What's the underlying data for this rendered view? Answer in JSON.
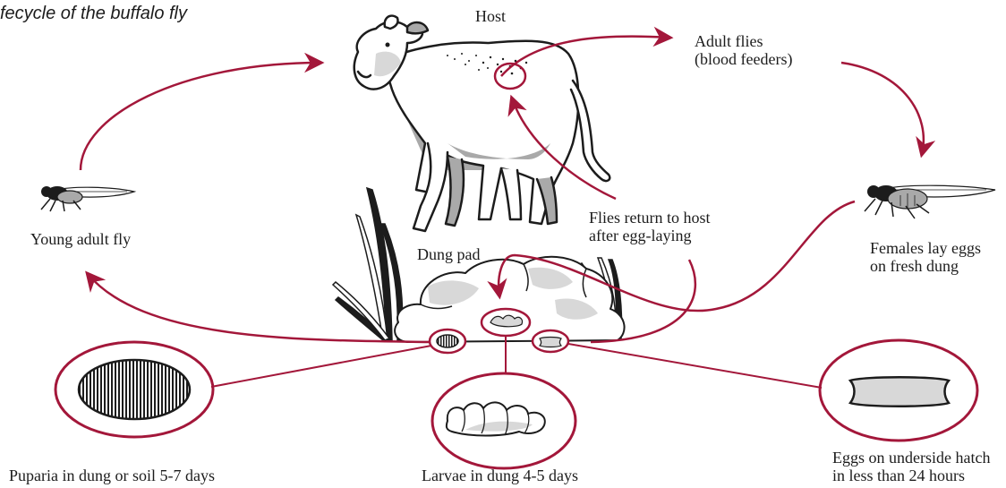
{
  "title": "fecycle of the buffalo fly",
  "labels": {
    "host": "Host",
    "adult_flies": [
      "Adult flies",
      "(blood feeders)"
    ],
    "young_adult": "Young adult fly",
    "flies_return": [
      "Flies return to host",
      "after egg-laying"
    ],
    "dung_pad": "Dung pad",
    "females_lay": [
      "Females lay eggs",
      "on fresh dung"
    ],
    "puparia": "Puparia in dung or soil 5-7 days",
    "larvae": "Larvae in dung 4-5 days",
    "eggs": [
      "Eggs on underside hatch",
      "in less than 24 hours"
    ]
  },
  "colors": {
    "accent": "#a3173a",
    "ink": "#1c1c1c",
    "grey": "#a9a9a9",
    "light_grey": "#d8d8d8"
  },
  "icons": [
    "cow-icon",
    "fly-icon",
    "dung-pad-icon",
    "puparium-icon",
    "larva-icon",
    "egg-icon",
    "grass-icon"
  ]
}
